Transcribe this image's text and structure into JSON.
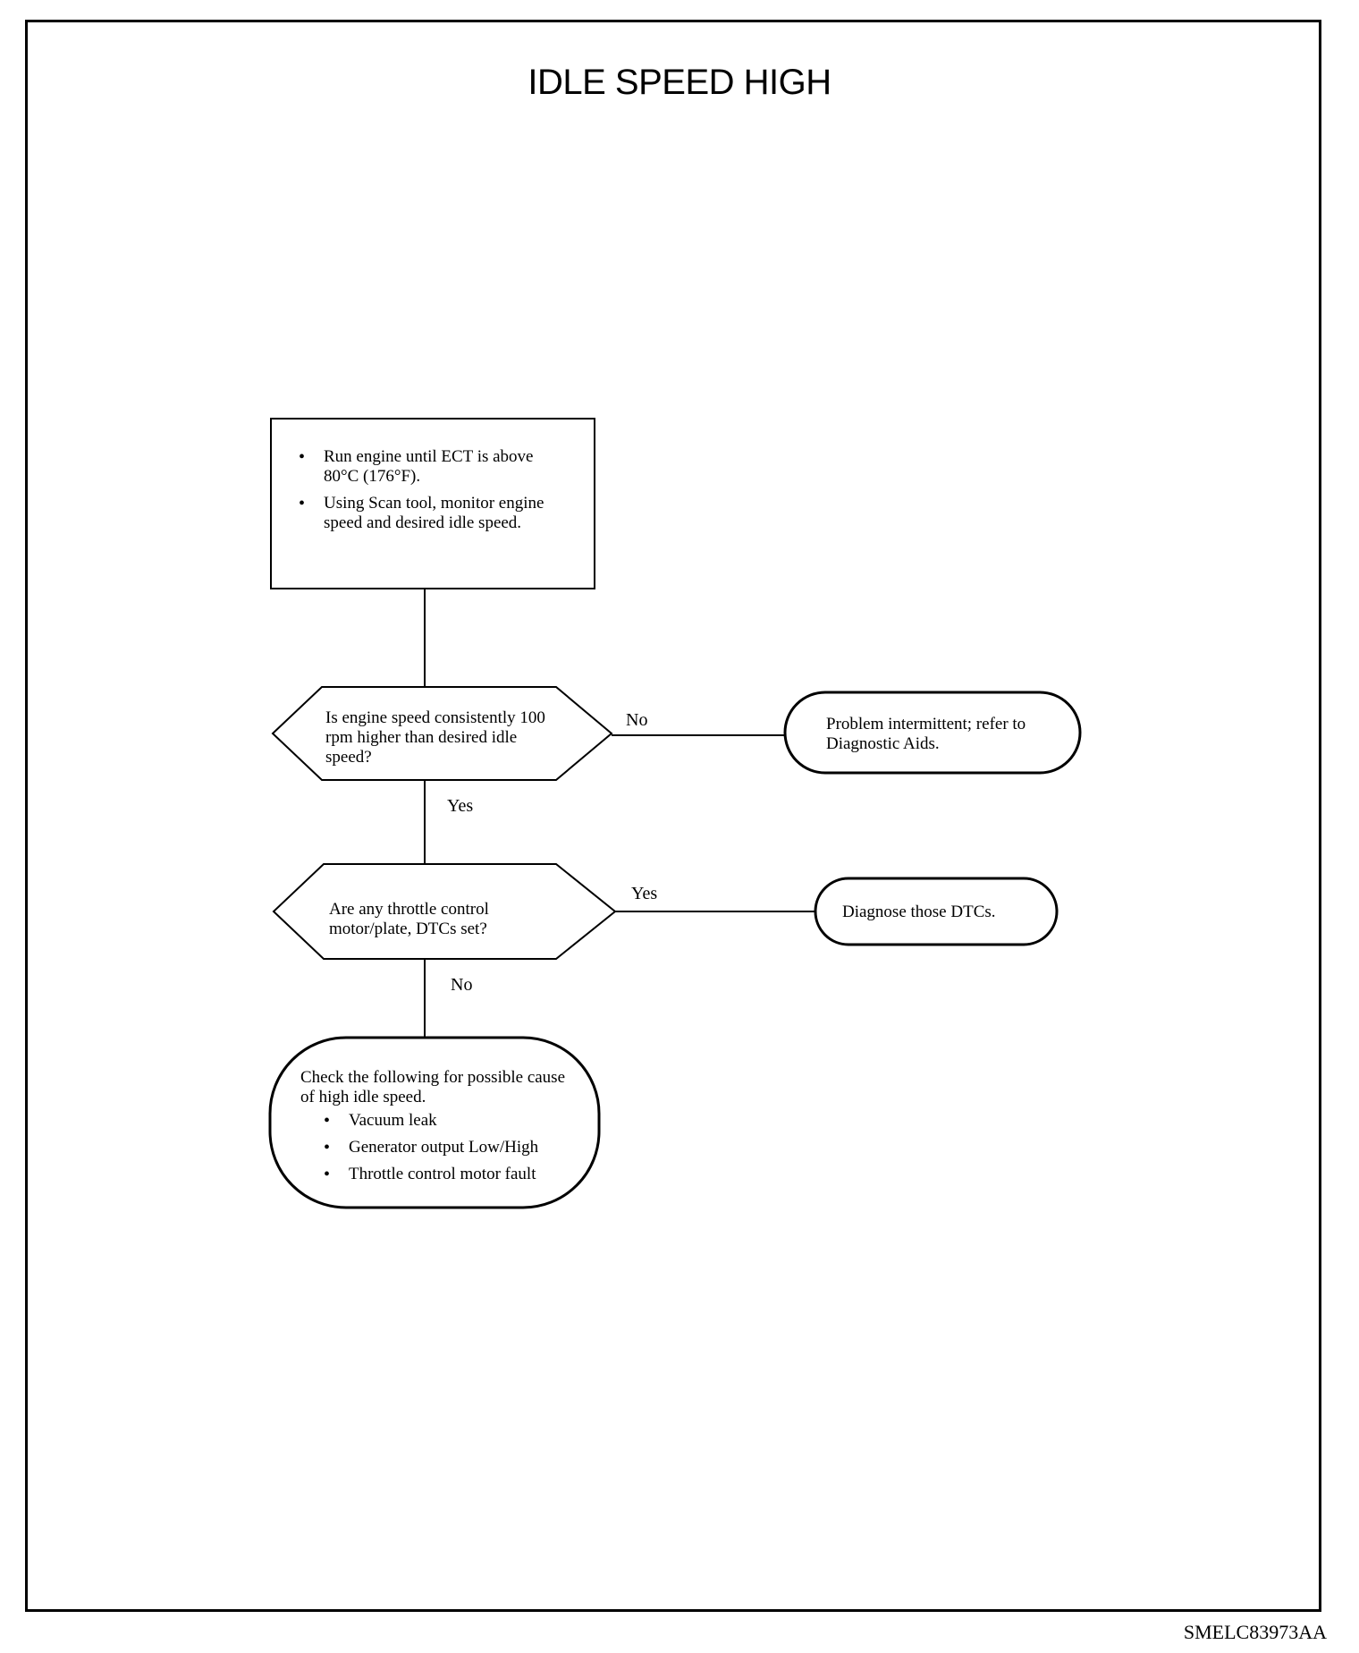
{
  "title": "IDLE SPEED HIGH",
  "reference_code": "SMELC83973AA",
  "step1": {
    "items": [
      "Run engine until ECT is above 80°C (176°F).",
      "Using Scan tool, monitor engine speed and desired idle speed."
    ]
  },
  "decision1": {
    "question": "Is engine speed consistently 100 rpm higher than desired idle speed?",
    "no_label": "No",
    "yes_label": "Yes",
    "no_result": "Problem intermittent; refer to Diagnostic Aids."
  },
  "decision2": {
    "question": "Are any throttle control motor/plate, DTCs set?",
    "yes_label": "Yes",
    "no_label": "No",
    "yes_result": "Diagnose those DTCs."
  },
  "final": {
    "intro": "Check the following for possible cause of high idle speed.",
    "items": [
      "Vacuum leak",
      "Generator output Low/High",
      "Throttle control motor fault"
    ]
  }
}
